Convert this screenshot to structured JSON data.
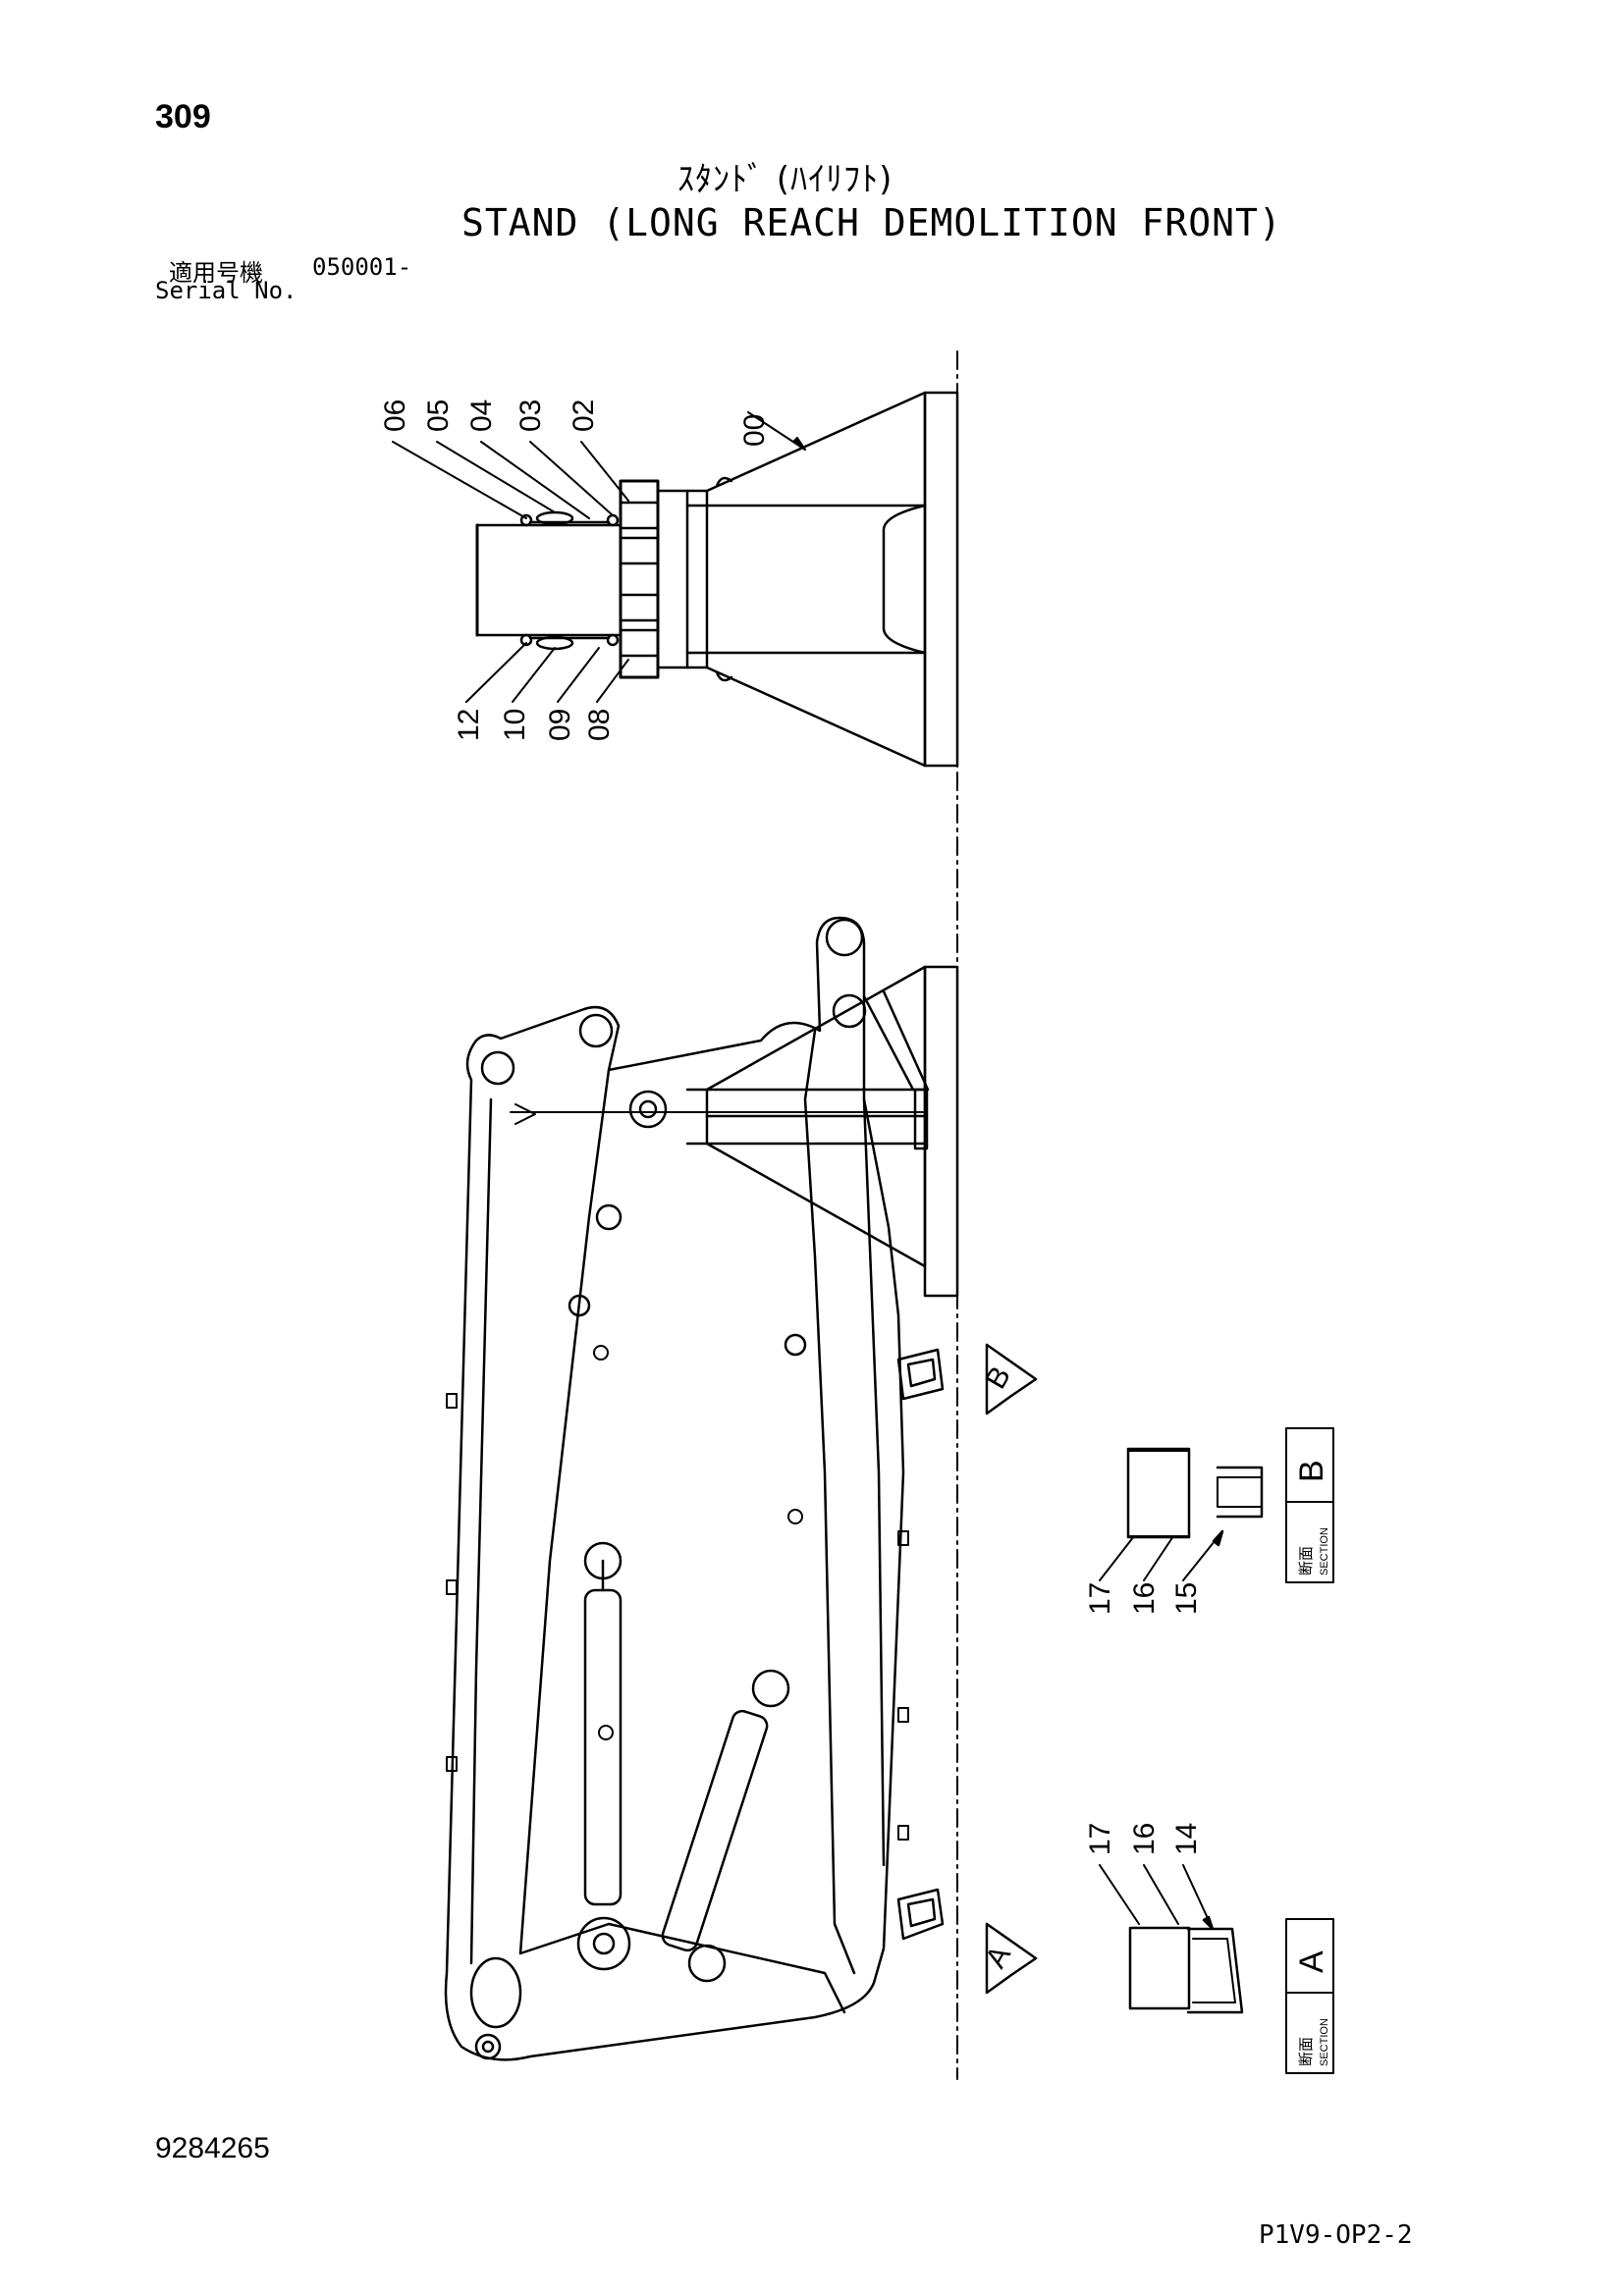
{
  "header": {
    "page_number": "309",
    "title_jp": "ｽﾀﾝﾄﾞ (ﾊｲﾘﾌﾄ)",
    "title_en": "STAND (LONG REACH DEMOLITION FRONT)",
    "serial_label_jp": "適用号機",
    "serial_range": "050001-",
    "serial_label_en": "Serial No."
  },
  "top_callouts": [
    "06",
    "05",
    "04",
    "03",
    "02",
    "00"
  ],
  "bottom_callouts": [
    "12",
    "10",
    "09",
    "08"
  ],
  "section_b": {
    "letter": "B",
    "label_jp": "断面",
    "label_en": "SECTION",
    "callouts": [
      "17",
      "16",
      "15"
    ]
  },
  "section_a": {
    "letter": "A",
    "label_jp": "断面",
    "label_en": "SECTION",
    "callouts": [
      "17",
      "16",
      "14"
    ]
  },
  "markers": {
    "b": "B",
    "a": "A"
  },
  "footer": {
    "doc_number": "9284265",
    "page_code": "P1V9-OP2-2"
  }
}
